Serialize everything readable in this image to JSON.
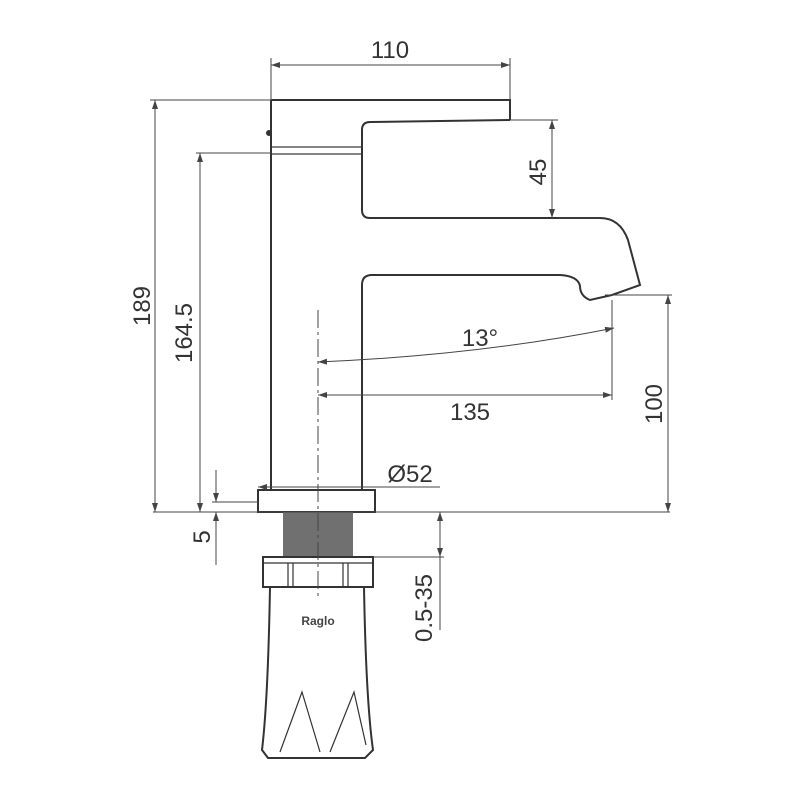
{
  "dimensions": {
    "width_top": "110",
    "total_height": "189",
    "spout_height": "164.5",
    "handle_height": "45",
    "outlet_height": "100",
    "reach": "135",
    "angle": "13°",
    "base_diameter": "Ø52",
    "base_thickness": "5",
    "counter_thickness": "0.5-35"
  },
  "brand": "Raglo",
  "colors": {
    "line": "#333333",
    "thread": "#707070"
  }
}
